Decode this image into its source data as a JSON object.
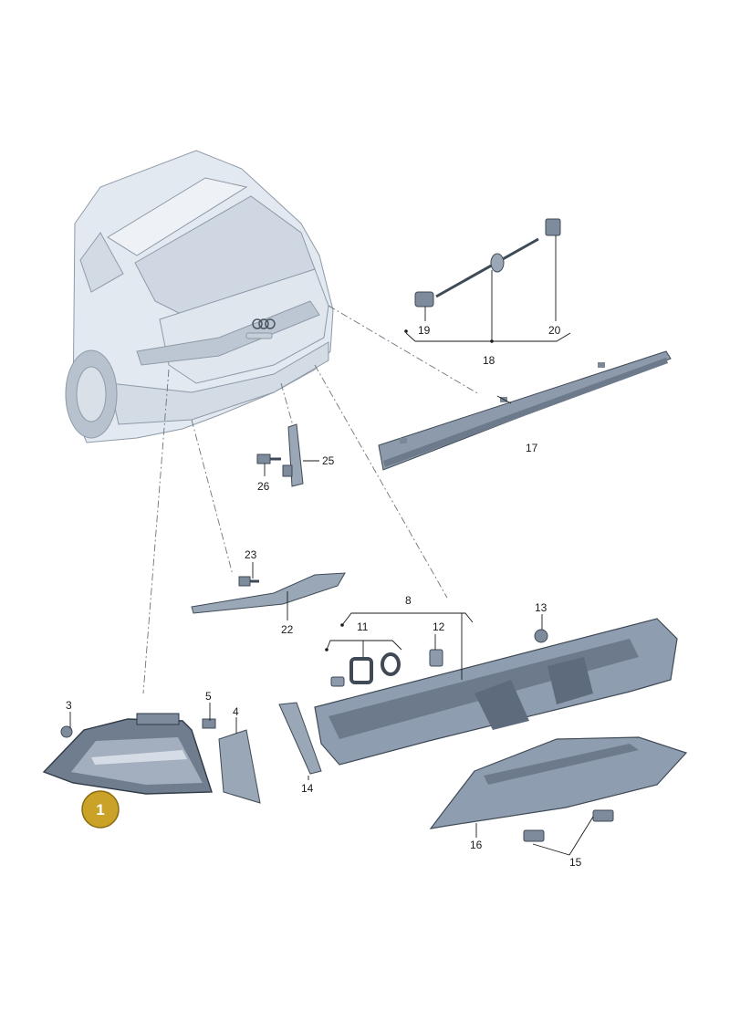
{
  "diagram": {
    "highlight_color": "#c9a227",
    "part_fill": "#9aa7b6",
    "part_dark": "#5d6b7d",
    "car_fill": "#dfe6ee",
    "line_color": "#4a5560",
    "callouts": {
      "c1": "1",
      "c3": "3",
      "c4": "4",
      "c5": "5",
      "c8": "8",
      "c11": "11",
      "c12": "12",
      "c13": "13",
      "c14": "14",
      "c15": "15",
      "c16": "16",
      "c17": "17",
      "c18": "18",
      "c19": "19",
      "c20": "20",
      "c22": "22",
      "c23": "23",
      "c25": "25",
      "c26": "26"
    }
  }
}
